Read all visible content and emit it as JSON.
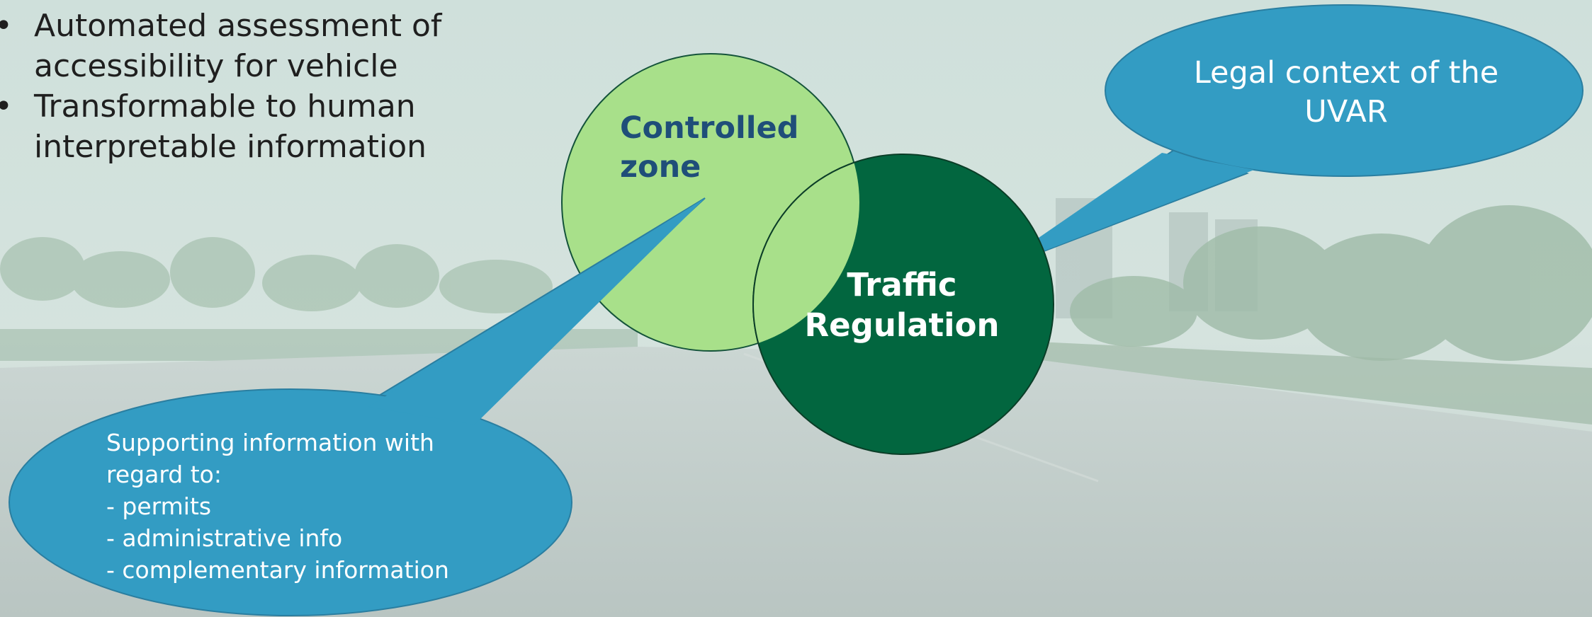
{
  "bullets": [
    "Automated assessment of accessibility for vehicle",
    "Transformable to human interpretable information"
  ],
  "diagram": {
    "circle_controlled_zone": {
      "label_lines": [
        "Controlled",
        "zone"
      ],
      "color": "#a8e08a",
      "text_color": "#1f4e79"
    },
    "circle_traffic_regulation": {
      "label_lines": [
        "Traffic",
        "Regulation"
      ],
      "color": "#02663f",
      "text_color": "#ffffff"
    },
    "callout_legal": {
      "text_lines": [
        "Legal context of the",
        "UVAR"
      ],
      "color": "#339cc3"
    },
    "callout_supporting": {
      "text_lines": [
        "Supporting information with",
        "regard to:",
        "- permits",
        "- administrative info",
        "- complementary information"
      ],
      "color": "#339cc3"
    }
  },
  "colors": {
    "background": "#cddeda",
    "bullet_text": "#1f1f1f"
  }
}
